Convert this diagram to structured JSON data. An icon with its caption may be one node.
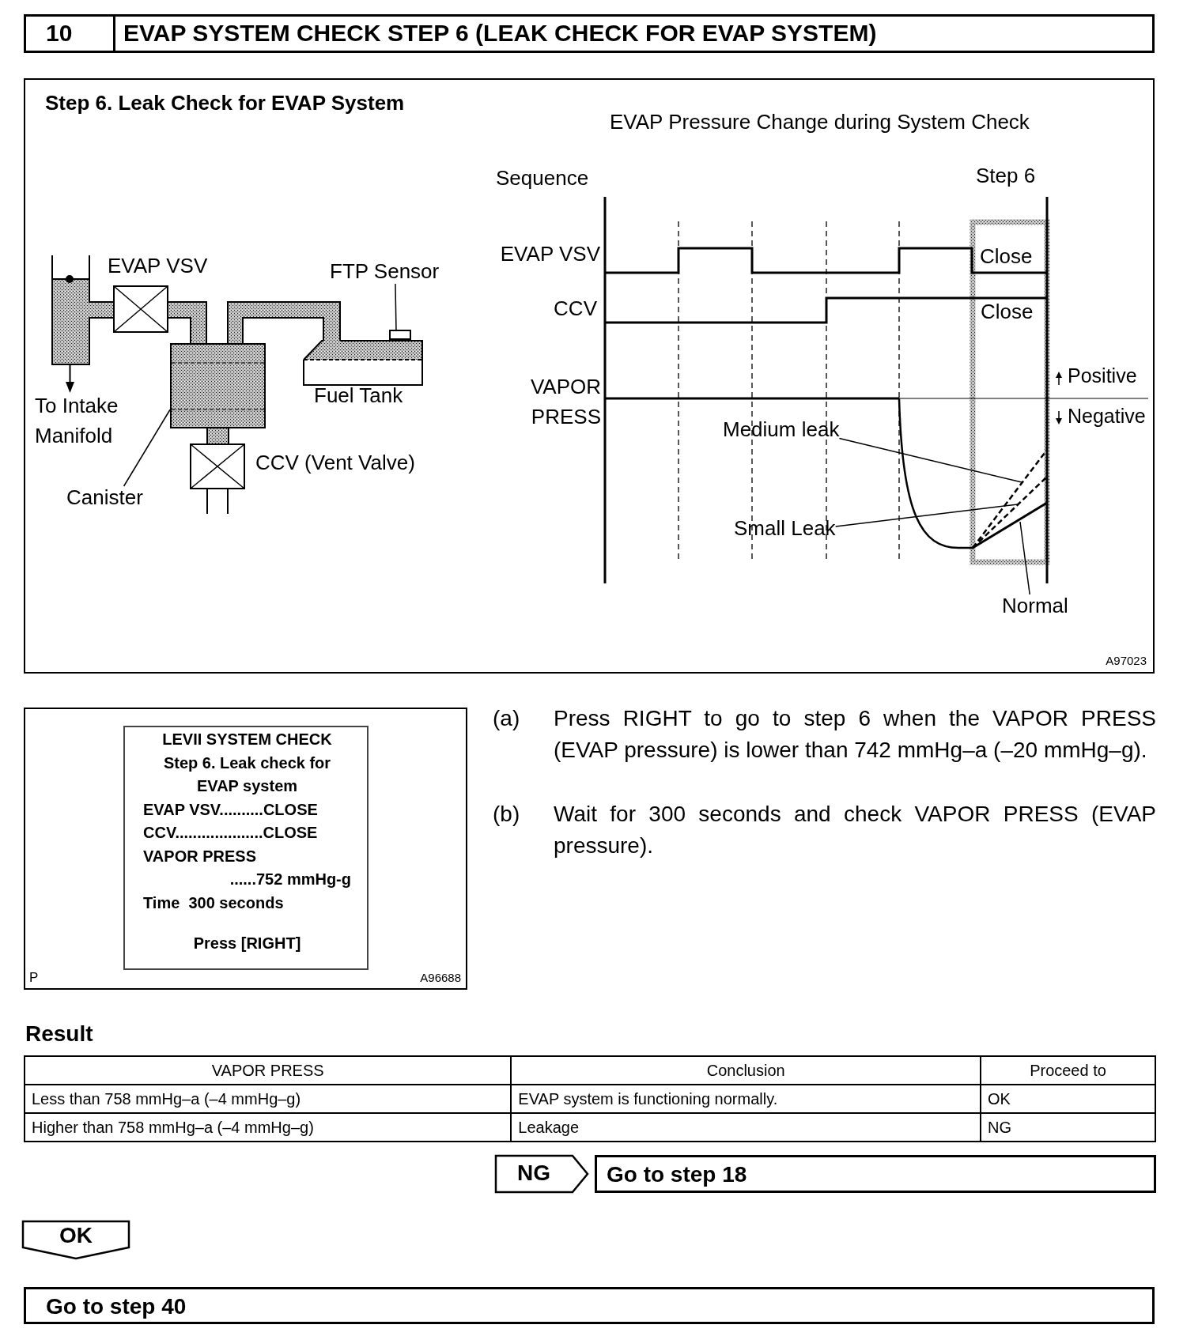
{
  "diagram": {
    "nodes": [
      {
        "text": [
          "10",
          "EVAP SYSTEM CHECK STEP 6 (LEAK CHECK FOR EVAP SYSTEM)"
        ]
      },
      {
        "text": [
          "Step 6. Leak Check for EVAP System",
          "A97023"
        ]
      },
      {
        "text": [
          "Canister"
        ],
        "in": 1
      },
      {
        "text": [],
        "shape": "box",
        "in": 1
      },
      {
        "text": [
          "FTP Sensor"
        ],
        "in": 1
      },
      {
        "text": [],
        "shape": "box",
        "in": 1
      },
      {
        "text": [
          "Medium leak"
        ],
        "in": 1
      },
      {
        "text": [
          "Small Leak"
        ],
        "in": 1
      },
      {
        "text": [
          "Normal"
        ],
        "in": 1
      },
      {
        "text": [
          "P",
          "A96688"
        ]
      },
      {
        "text": [
          "LEVII SYSTEM CHECK",
          "Step 6. Leak check for EVAP system",
          "EVAP VSV..........CLOSE",
          "CCV....................CLOSE",
          "VAPOR PRESS",
          "......752 mmHg-g",
          "Time  300 seconds",
          "Press [RIGHT]"
        ],
        "in": 9
      },
      {
        "text": [
          "NG"
        ]
      },
      {
        "text": [
          "Go to step 18"
        ]
      },
      {
        "text": [
          "OK"
        ]
      },
      {
        "text": [
          "Go to step 40"
        ]
      }
    ],
    "edges": [
      {
        "from": 2,
        "to": 3,
        "arrow": "none"
      },
      {
        "from": 4,
        "to": 5,
        "arrow": "none"
      },
      {
        "from": 6,
        "to": null,
        "arrow": "none"
      },
      {
        "from": 7,
        "to": null,
        "arrow": "none"
      },
      {
        "from": 8,
        "to": null,
        "arrow": "none"
      }
    ],
    "labels": [
      "EVAP Pressure Change during System Check",
      "Sequence",
      "Step 6",
      "EVAP VSV",
      "EVAP VSV",
      "Close",
      "CCV",
      "Close",
      "Positive",
      "VAPOR PRESS",
      "To Intake Manifold",
      "Fuel Tank",
      "Negative",
      "CCV (Vent Valve)",
      "(a)",
      "Press RIGHT to go to step 6 when the VAPOR PRESS (EVAP pressure) is lower than 742 mmHg–a (–20 mmHg–g).",
      "(b)",
      "Wait for 300 seconds and check VAPOR PRESS (EVAP pressure).",
      "Result",
      "VAPOR PRESS",
      "Conclusion",
      "Proceed to",
      "Less than 758 mmHg–a (–4 mmHg–g)",
      "EVAP system is functioning normally.",
      "OK",
      "Higher than 758 mmHg–a (–4 mmHg–g)",
      "Leakage",
      "NG"
    ]
  }
}
